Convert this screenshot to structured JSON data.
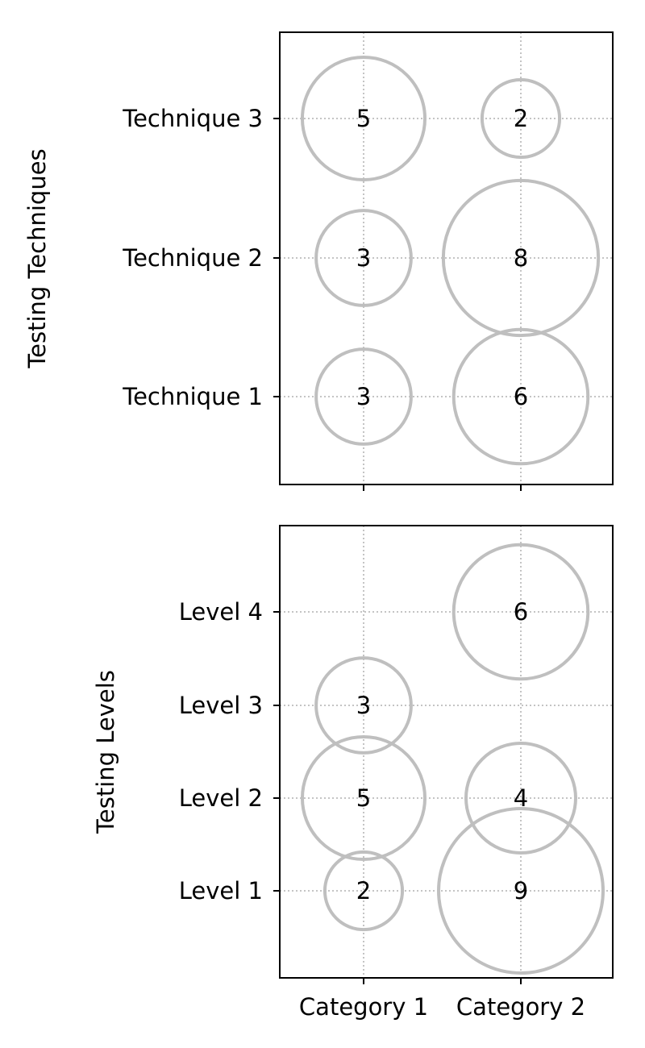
{
  "chart_data": [
    {
      "type": "scatter",
      "ylabel": "Testing Techniques",
      "categories": [
        "Category 1",
        "Category 2"
      ],
      "rows": [
        "Technique 1",
        "Technique 2",
        "Technique 3"
      ],
      "points": [
        {
          "category": "Category 1",
          "row": "Technique 1",
          "value": 3
        },
        {
          "category": "Category 1",
          "row": "Technique 2",
          "value": 3
        },
        {
          "category": "Category 1",
          "row": "Technique 3",
          "value": 5
        },
        {
          "category": "Category 2",
          "row": "Technique 1",
          "value": 6
        },
        {
          "category": "Category 2",
          "row": "Technique 2",
          "value": 8
        },
        {
          "category": "Category 2",
          "row": "Technique 3",
          "value": 2
        }
      ],
      "show_x_tick_labels": false,
      "grid": true,
      "bubble_color": "#bfbfbf"
    },
    {
      "type": "scatter",
      "ylabel": "Testing Levels",
      "categories": [
        "Category 1",
        "Category 2"
      ],
      "rows": [
        "Level 1",
        "Level 2",
        "Level 3",
        "Level 4"
      ],
      "points": [
        {
          "category": "Category 1",
          "row": "Level 1",
          "value": 2
        },
        {
          "category": "Category 1",
          "row": "Level 2",
          "value": 5
        },
        {
          "category": "Category 1",
          "row": "Level 3",
          "value": 3
        },
        {
          "category": "Category 2",
          "row": "Level 1",
          "value": 9
        },
        {
          "category": "Category 2",
          "row": "Level 2",
          "value": 4
        },
        {
          "category": "Category 2",
          "row": "Level 4",
          "value": 6
        }
      ],
      "show_x_tick_labels": true,
      "grid": true,
      "bubble_color": "#bfbfbf"
    }
  ]
}
